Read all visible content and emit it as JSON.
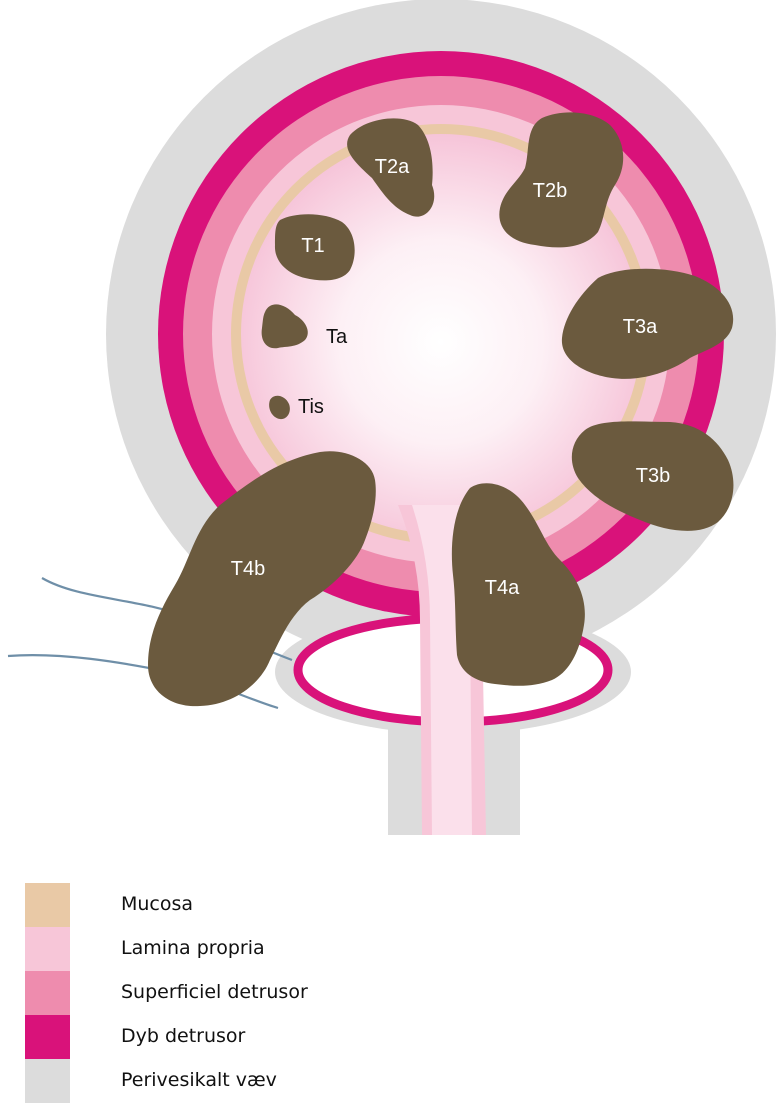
{
  "colors": {
    "mucosa": "#e9c9a6",
    "lamina_propria": "#f7c6d8",
    "superficial_detrusor": "#ee8cae",
    "deep_detrusor": "#d9127a",
    "perivesical": "#dcdcdc",
    "tumor": "#6b5a3e",
    "nerve": "#6f8fa8",
    "tumor_text": "#ffffff",
    "outside_text": "#111111"
  },
  "tumors": [
    {
      "id": "t2a",
      "label": "T2a"
    },
    {
      "id": "t2b",
      "label": "T2b"
    },
    {
      "id": "t1",
      "label": "T1"
    },
    {
      "id": "ta",
      "label": "Ta"
    },
    {
      "id": "t3a",
      "label": "T3a"
    },
    {
      "id": "tis",
      "label": "Tis"
    },
    {
      "id": "t3b",
      "label": "T3b"
    },
    {
      "id": "t4b",
      "label": "T4b"
    },
    {
      "id": "t4a",
      "label": "T4a"
    }
  ],
  "legend": [
    {
      "label": "Mucosa",
      "color": "#e9c9a6"
    },
    {
      "label": "Lamina propria",
      "color": "#f7c6d8"
    },
    {
      "label": "Superficiel detrusor",
      "color": "#ee8cae"
    },
    {
      "label": "Dyb detrusor",
      "color": "#d9127a"
    },
    {
      "label": "Perivesikalt væv",
      "color": "#dcdcdc"
    }
  ]
}
